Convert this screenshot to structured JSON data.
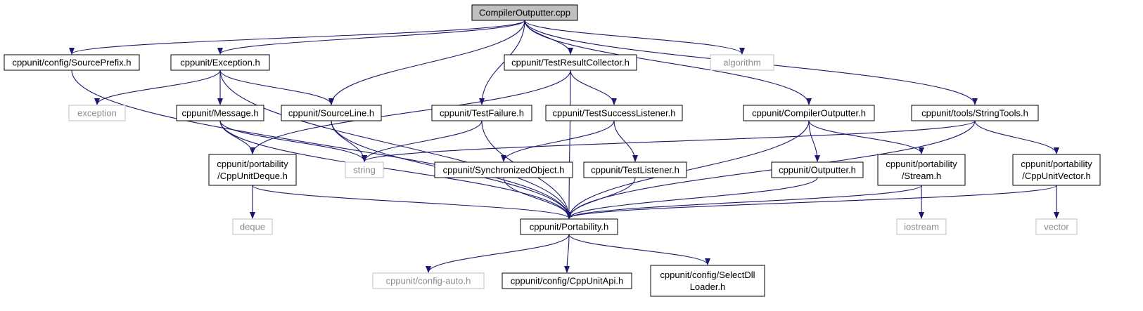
{
  "colors": {
    "edge": "#191970",
    "box_border": "#000000",
    "ghost_border": "#bfbfbf",
    "ghost_text": "#8c8c8c",
    "root_fill": "#bfbfbf",
    "text": "#000000"
  },
  "nodes": [
    {
      "id": "root",
      "lines": [
        "CompilerOutputter.cpp"
      ],
      "kind": "root"
    },
    {
      "id": "sourceprefix",
      "lines": [
        "cppunit/config/SourcePrefix.h"
      ],
      "kind": "normal"
    },
    {
      "id": "exception_h",
      "lines": [
        "cppunit/Exception.h"
      ],
      "kind": "normal"
    },
    {
      "id": "trc",
      "lines": [
        "cppunit/TestResultCollector.h"
      ],
      "kind": "normal"
    },
    {
      "id": "algorithm",
      "lines": [
        "algorithm"
      ],
      "kind": "ghost"
    },
    {
      "id": "exception",
      "lines": [
        "exception"
      ],
      "kind": "ghost"
    },
    {
      "id": "message",
      "lines": [
        "cppunit/Message.h"
      ],
      "kind": "normal"
    },
    {
      "id": "sourceline",
      "lines": [
        "cppunit/SourceLine.h"
      ],
      "kind": "normal"
    },
    {
      "id": "testfailure",
      "lines": [
        "cppunit/TestFailure.h"
      ],
      "kind": "normal"
    },
    {
      "id": "tsl",
      "lines": [
        "cppunit/TestSuccessListener.h"
      ],
      "kind": "normal"
    },
    {
      "id": "compout_h",
      "lines": [
        "cppunit/CompilerOutputter.h"
      ],
      "kind": "normal"
    },
    {
      "id": "stringtools",
      "lines": [
        "cppunit/tools/StringTools.h"
      ],
      "kind": "normal"
    },
    {
      "id": "deque_h",
      "lines": [
        "cppunit/portability",
        "/CppUnitDeque.h"
      ],
      "kind": "normal"
    },
    {
      "id": "string",
      "lines": [
        "string"
      ],
      "kind": "ghost"
    },
    {
      "id": "syncobj",
      "lines": [
        "cppunit/SynchronizedObject.h"
      ],
      "kind": "normal"
    },
    {
      "id": "testlistener",
      "lines": [
        "cppunit/TestListener.h"
      ],
      "kind": "normal"
    },
    {
      "id": "outputter",
      "lines": [
        "cppunit/Outputter.h"
      ],
      "kind": "normal"
    },
    {
      "id": "stream_h",
      "lines": [
        "cppunit/portability",
        "/Stream.h"
      ],
      "kind": "normal"
    },
    {
      "id": "vector_h",
      "lines": [
        "cppunit/portability",
        "/CppUnitVector.h"
      ],
      "kind": "normal"
    },
    {
      "id": "deque",
      "lines": [
        "deque"
      ],
      "kind": "ghost"
    },
    {
      "id": "portability",
      "lines": [
        "cppunit/Portability.h"
      ],
      "kind": "normal"
    },
    {
      "id": "iostream",
      "lines": [
        "iostream"
      ],
      "kind": "ghost"
    },
    {
      "id": "vector",
      "lines": [
        "vector"
      ],
      "kind": "ghost"
    },
    {
      "id": "configauto",
      "lines": [
        "cppunit/config-auto.h"
      ],
      "kind": "ghost"
    },
    {
      "id": "cppunitapi",
      "lines": [
        "cppunit/config/CppUnitApi.h"
      ],
      "kind": "normal"
    },
    {
      "id": "selectdll",
      "lines": [
        "cppunit/config/SelectDll",
        "Loader.h"
      ],
      "kind": "normal"
    }
  ],
  "edges": [
    [
      "root",
      "sourceprefix"
    ],
    [
      "root",
      "exception_h"
    ],
    [
      "root",
      "sourceline"
    ],
    [
      "root",
      "testfailure"
    ],
    [
      "root",
      "trc"
    ],
    [
      "root",
      "compout_h"
    ],
    [
      "root",
      "algorithm"
    ],
    [
      "root",
      "stringtools"
    ],
    [
      "sourceprefix",
      "portability"
    ],
    [
      "exception_h",
      "exception"
    ],
    [
      "exception_h",
      "message"
    ],
    [
      "exception_h",
      "sourceline"
    ],
    [
      "exception_h",
      "portability"
    ],
    [
      "trc",
      "deque_h"
    ],
    [
      "trc",
      "tsl"
    ],
    [
      "trc",
      "portability"
    ],
    [
      "message",
      "deque_h"
    ],
    [
      "message",
      "string"
    ],
    [
      "message",
      "portability"
    ],
    [
      "sourceline",
      "string"
    ],
    [
      "sourceline",
      "portability"
    ],
    [
      "testfailure",
      "string"
    ],
    [
      "testfailure",
      "portability"
    ],
    [
      "tsl",
      "syncobj"
    ],
    [
      "tsl",
      "testlistener"
    ],
    [
      "compout_h",
      "outputter"
    ],
    [
      "compout_h",
      "stream_h"
    ],
    [
      "compout_h",
      "portability"
    ],
    [
      "stringtools",
      "string"
    ],
    [
      "stringtools",
      "vector_h"
    ],
    [
      "stringtools",
      "portability"
    ],
    [
      "deque_h",
      "deque"
    ],
    [
      "deque_h",
      "portability"
    ],
    [
      "syncobj",
      "portability"
    ],
    [
      "testlistener",
      "portability"
    ],
    [
      "outputter",
      "portability"
    ],
    [
      "stream_h",
      "iostream"
    ],
    [
      "stream_h",
      "portability"
    ],
    [
      "vector_h",
      "vector"
    ],
    [
      "vector_h",
      "portability"
    ],
    [
      "portability",
      "configauto"
    ],
    [
      "portability",
      "cppunitapi"
    ],
    [
      "portability",
      "selectdll"
    ]
  ]
}
